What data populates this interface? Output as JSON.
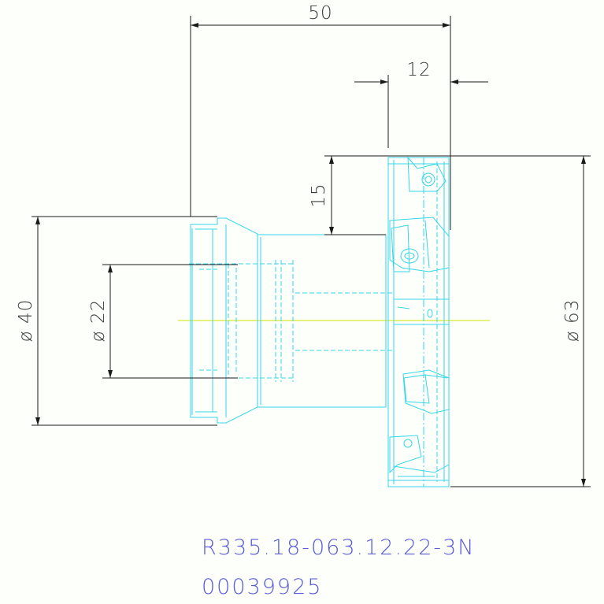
{
  "dimensions": {
    "overall_length": "50",
    "insert_offset": "12",
    "insert_height": "15",
    "hub_diameter": "ø 40",
    "bore_diameter": "ø 22",
    "cutter_diameter": "ø 63"
  },
  "caption": {
    "part_code": "R335.18-063.12.22-3N",
    "part_id": "00039925"
  },
  "colors": {
    "outline": "#35d6e8",
    "dimension": "#1a1a1a",
    "centerline": "#d8e830",
    "caption": "#5b5bd8"
  }
}
